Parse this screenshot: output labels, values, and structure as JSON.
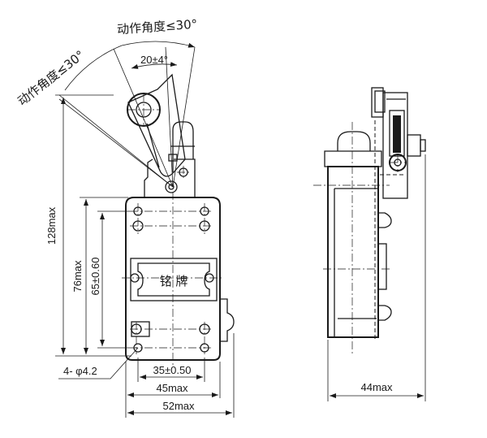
{
  "front_view": {
    "angle_left": "动作角度≤30°",
    "angle_right": "动作角度≤30°",
    "angle_top": "20±4°",
    "dim_total_height": "128max",
    "dim_body_height": "76max",
    "dim_hole_spacing_v": "65±0.60",
    "dim_holes": "4- φ4.2",
    "dim_hole_spacing_h": "35±0.50",
    "dim_width_45": "45max",
    "dim_width_52": "52max",
    "nameplate": "铭 牌"
  },
  "side_view": {
    "dim_depth": "44max"
  }
}
